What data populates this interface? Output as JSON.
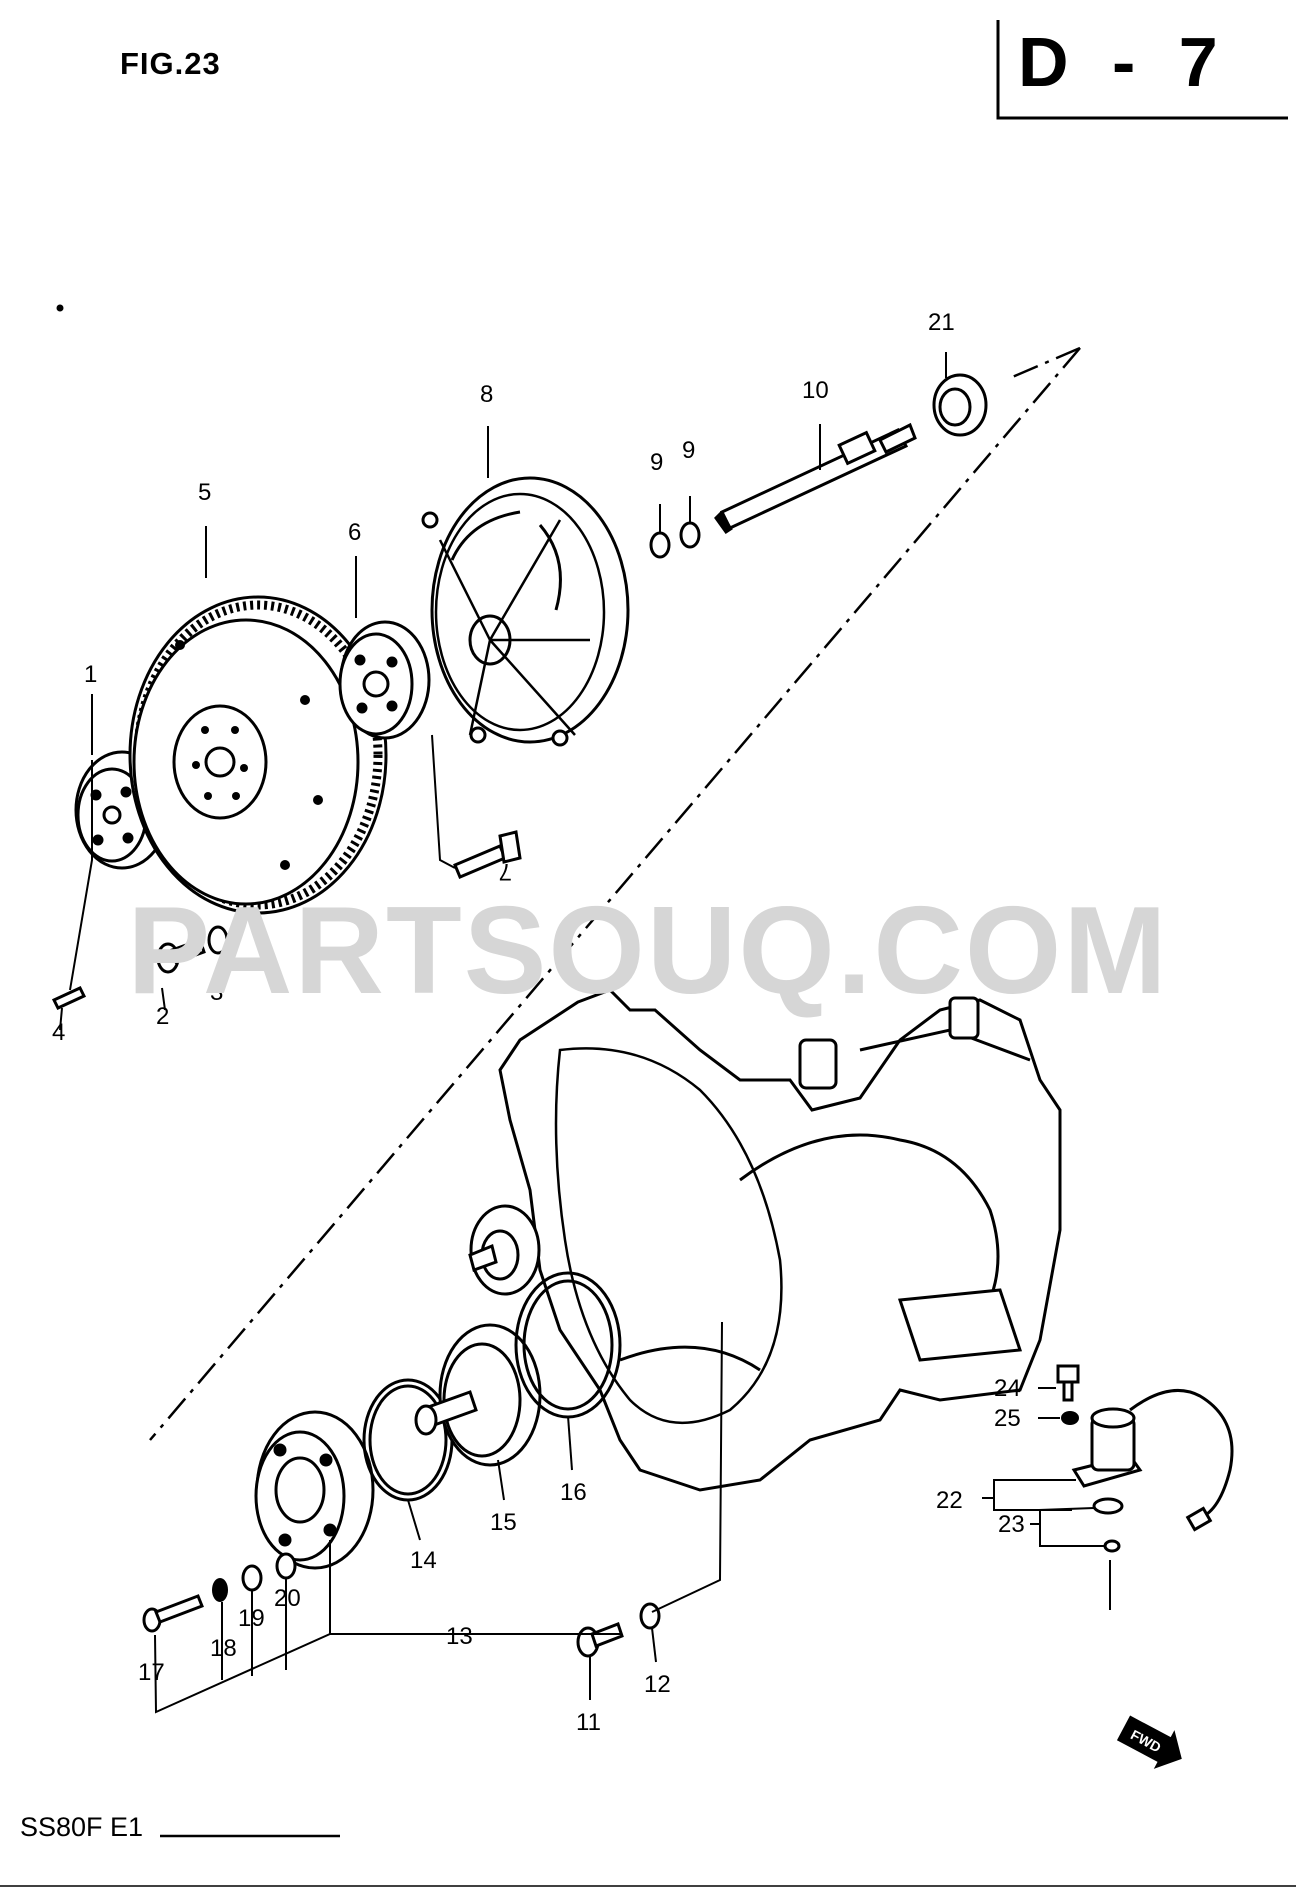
{
  "header": {
    "figure": "FIG.23",
    "section": "D - 7"
  },
  "footer": {
    "model": "SS80F E1"
  },
  "watermark": "PARTSOUQ.COM",
  "direction_badge": "FWD",
  "callouts": [
    "1",
    "2",
    "3",
    "4",
    "5",
    "6",
    "7",
    "8",
    "9",
    "9",
    "10",
    "11",
    "12",
    "13",
    "14",
    "15",
    "16",
    "17",
    "18",
    "19",
    "20",
    "21",
    "22",
    "23",
    "24",
    "25"
  ]
}
